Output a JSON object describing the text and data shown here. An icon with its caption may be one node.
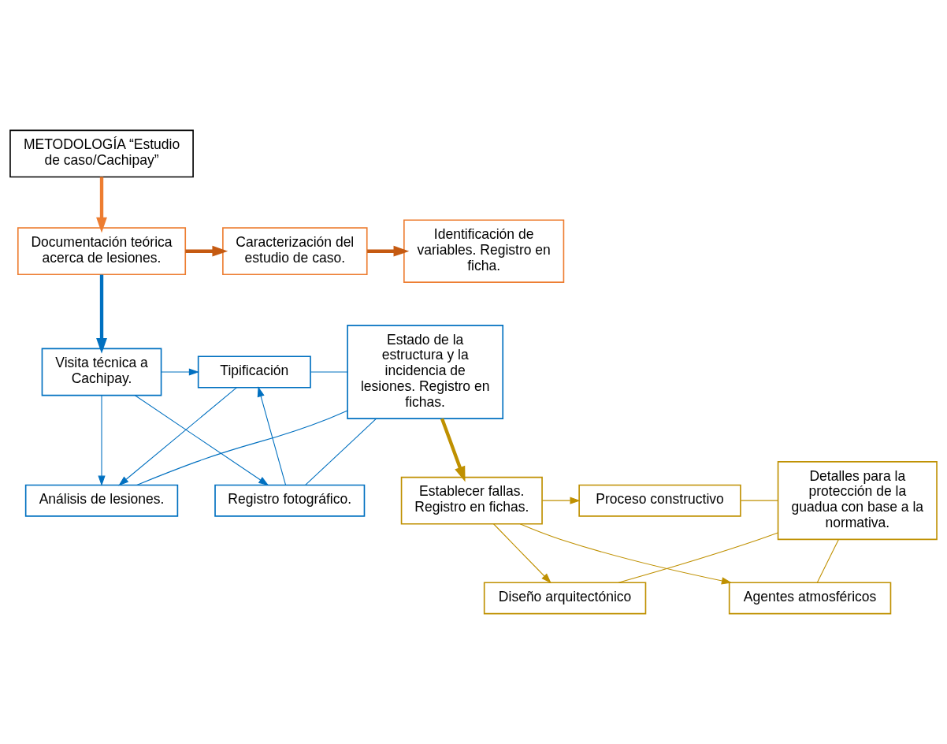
{
  "diagram": {
    "nodes": [
      {
        "text": [
          "METODOLOGÍA “Estudio de caso/Cachipay”"
        ]
      },
      {
        "text": [
          "Documentación teórica acerca de lesiones."
        ]
      },
      {
        "text": [
          "Caracterización del estudio de caso."
        ]
      },
      {
        "text": [
          "Identificación de variables. Registro en ficha."
        ]
      },
      {
        "text": [
          "Visita técnica a Cachipay."
        ]
      },
      {
        "text": [
          "Registro fotográfico."
        ]
      },
      {
        "text": [
          "Tipificación"
        ]
      },
      {
        "text": [
          "Análisis de lesiones."
        ]
      },
      {
        "text": [
          "Estado de la estructura y la incidencia de lesiones. Registro en fichas."
        ]
      },
      {
        "text": [
          "Detalles para la protección de la guadua con base a la normativa."
        ]
      },
      {
        "text": [
          "Diseño arquitectónico"
        ]
      },
      {
        "text": [
          "Proceso constructivo"
        ]
      },
      {
        "text": [
          "Agentes atmosféricos"
        ]
      },
      {
        "text": [
          "Establecer fallas. Registro en fichas."
        ]
      }
    ],
    "edges": [
      {
        "from": 0,
        "to": 1,
        "arrow": "to",
        "style": "thick",
        "color": "#ed7d31"
      },
      {
        "from": 1,
        "to": 2,
        "arrow": "to",
        "style": "thick",
        "color": "#c55a11"
      },
      {
        "from": 2,
        "to": 3,
        "arrow": "to",
        "style": "thick",
        "color": "#c55a11"
      },
      {
        "from": 1,
        "to": 4,
        "arrow": "to",
        "style": "thick"
      },
      {
        "from": 4,
        "to": 5,
        "arrow": "to"
      },
      {
        "from": 4,
        "to": 6,
        "arrow": "to"
      },
      {
        "from": 4,
        "to": 7,
        "arrow": "to"
      },
      {
        "from": 5,
        "to": 6,
        "arrow": "to"
      },
      {
        "from": 6,
        "to": 7,
        "arrow": "to"
      },
      {
        "from": 5,
        "to": 8,
        "arrow": "none"
      },
      {
        "from": 6,
        "to": 8,
        "arrow": "none"
      },
      {
        "from": 7,
        "to": 8,
        "arrow": "none"
      },
      {
        "from": 8,
        "to": 13,
        "arrow": "to",
        "style": "thick",
        "color": "#bf9000"
      },
      {
        "from": 13,
        "to": 10,
        "arrow": "to",
        "color": "#bf9000"
      },
      {
        "from": 13,
        "to": 11,
        "arrow": "to",
        "color": "#bf9000"
      },
      {
        "from": 13,
        "to": 12,
        "arrow": "to",
        "color": "#bf9000"
      },
      {
        "from": 10,
        "to": 9,
        "arrow": "none",
        "color": "#bf9000"
      },
      {
        "from": 11,
        "to": 9,
        "arrow": "none",
        "color": "#bf9000"
      },
      {
        "from": 12,
        "to": 9,
        "arrow": "none",
        "color": "#bf9000"
      }
    ]
  }
}
